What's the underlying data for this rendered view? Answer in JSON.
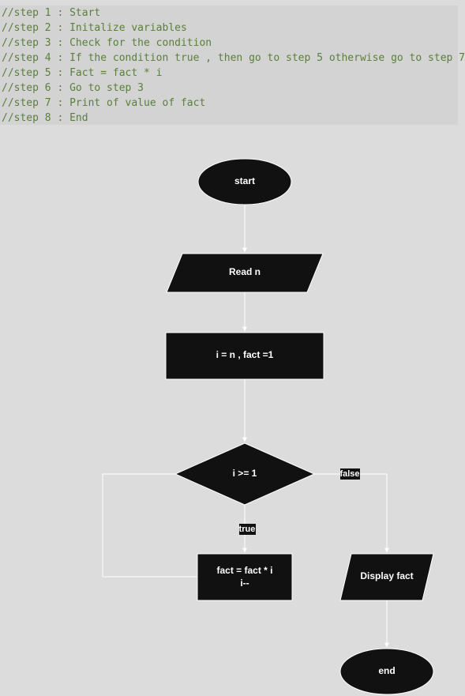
{
  "code_lines": [
    "//step 1 : Start",
    "//step 2 : Initalize variables",
    "//step 3 : Check for the condition",
    "//step 4 : If the condition true , then go to step 5 otherwise go to step 7",
    "//step 5 : Fact = fact * i",
    "//step 6 : Go to step 3",
    "//step 7 : Print of value of fact",
    "//step 8 : End"
  ],
  "nodes": {
    "start": "start",
    "read": "Read n",
    "init": "i = n , fact =1",
    "cond": "i >= 1",
    "body_line1": "fact = fact * i",
    "body_line2": "i--",
    "display": "Display fact",
    "end": "end"
  },
  "edge_labels": {
    "true": "true",
    "false": "false"
  },
  "colors": {
    "node_fill": "#111111",
    "connector": "#ffffff",
    "code_text": "#5a7f3a",
    "code_bg": "#d3d3d3",
    "canvas_bg": "#dcdcdc"
  }
}
